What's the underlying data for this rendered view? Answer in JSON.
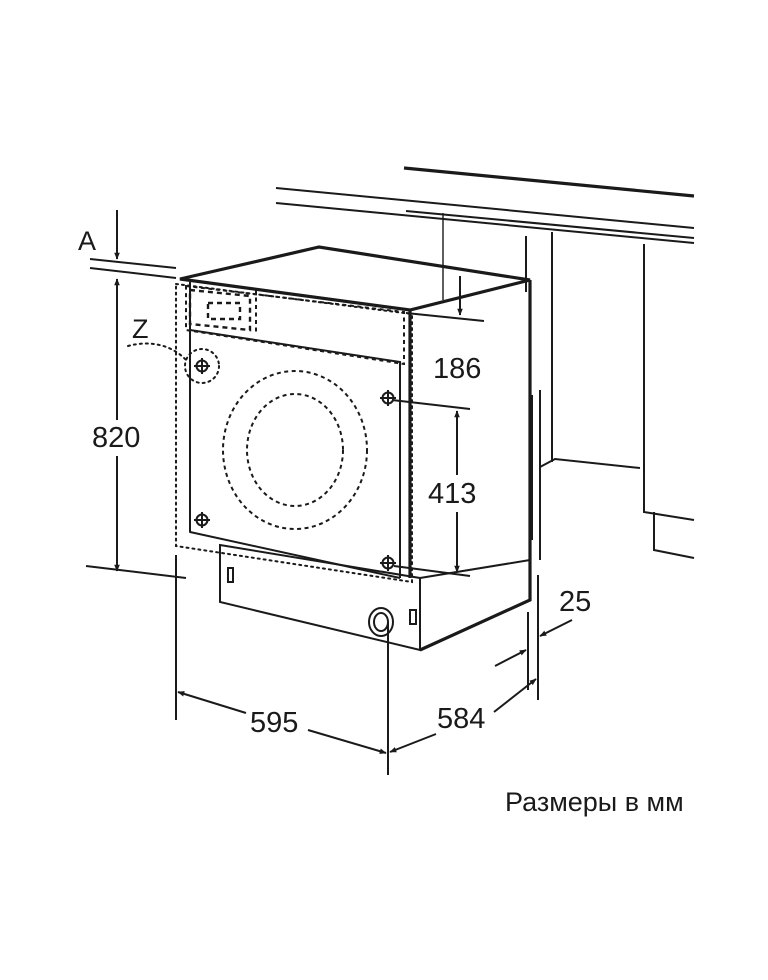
{
  "diagram": {
    "labels": {
      "a": "A",
      "z": "Z",
      "height": "820",
      "panel_height": "186",
      "fixing_spacing": "413",
      "width": "595",
      "depth": "584",
      "offset": "25"
    },
    "caption": "Размеры в мм"
  }
}
